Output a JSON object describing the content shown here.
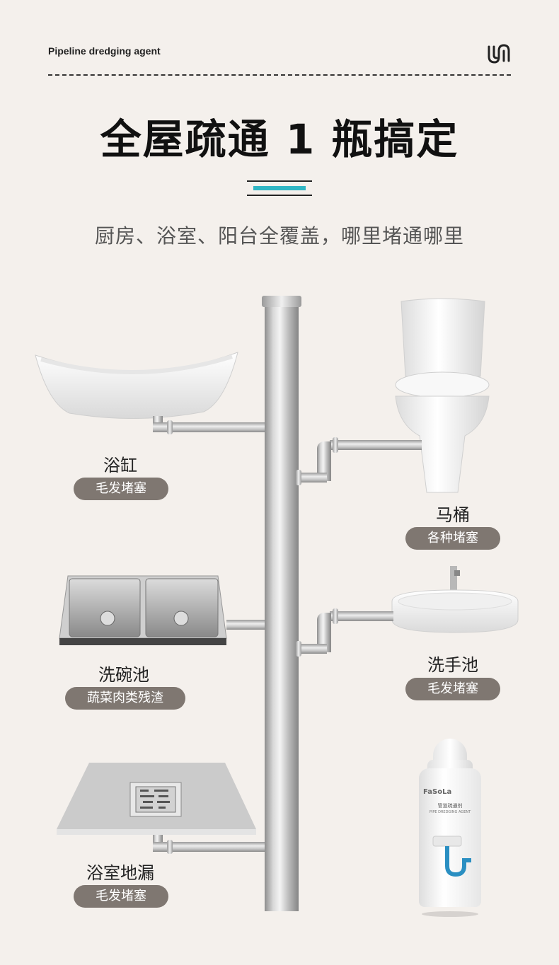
{
  "header": {
    "brand_text": "Pipeline dredging agent",
    "logo_icon": "fasola-logo-icon"
  },
  "title": {
    "main": "全屋疏通 1 瓶搞定",
    "subtitle": "厨房、浴室、阳台全覆盖，哪里堵通哪里",
    "accent_color": "#30b6c4"
  },
  "fixtures": {
    "bathtub": {
      "name": "浴缸",
      "tag": "毛发堵塞"
    },
    "toilet": {
      "name": "马桶",
      "tag": "各种堵塞"
    },
    "kitchen_sink": {
      "name": "洗碗池",
      "tag": "蔬菜肉类残渣"
    },
    "washbasin": {
      "name": "洗手池",
      "tag": "毛发堵塞"
    },
    "floor_drain": {
      "name": "浴室地漏",
      "tag": "毛发堵塞"
    }
  },
  "product": {
    "brand": "FaSoLa",
    "name_cn": "管道疏通剂",
    "name_en": "PIPE DREDGING AGENT"
  },
  "colors": {
    "background": "#f4f0ec",
    "tag_background": "#7f7771"
  }
}
